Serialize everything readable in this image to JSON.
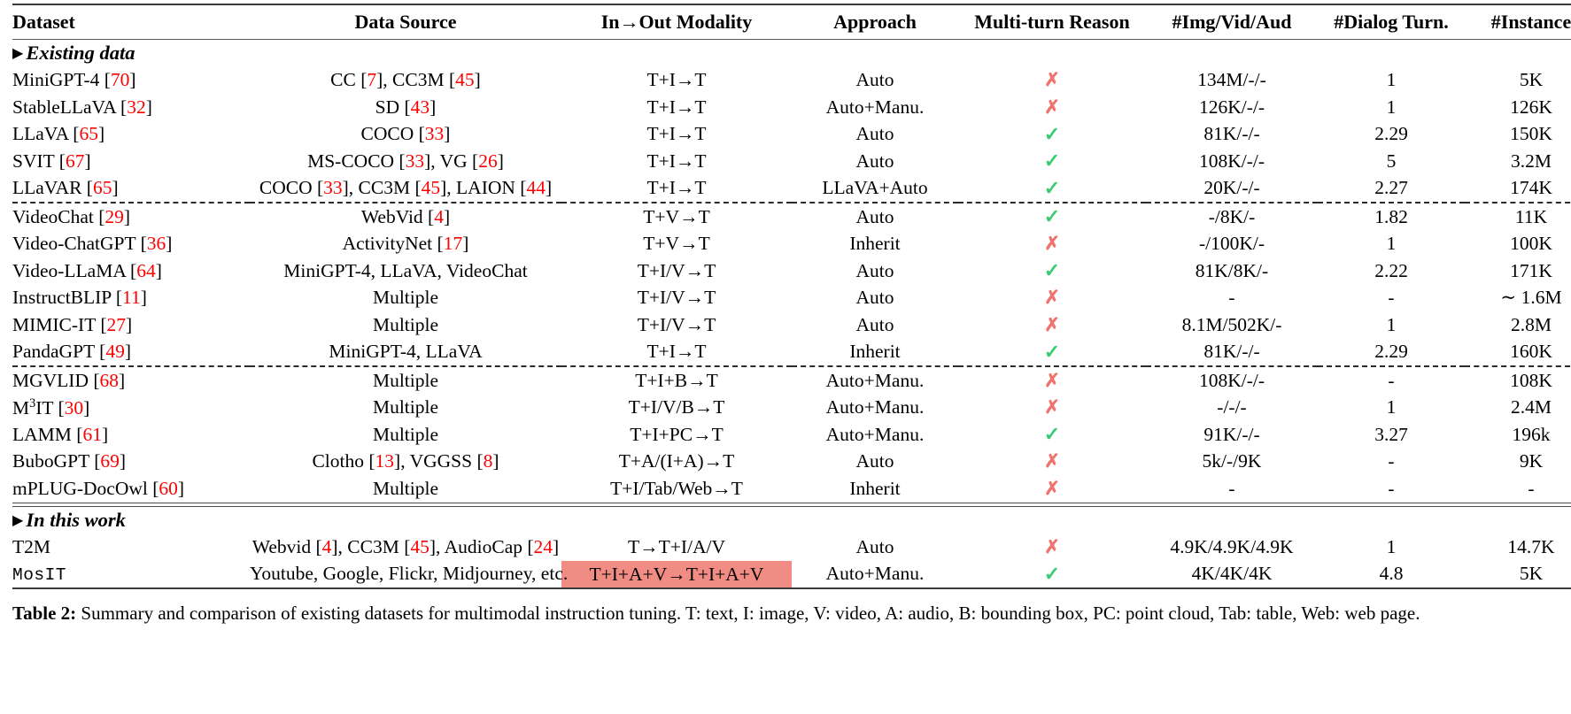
{
  "table": {
    "columns": [
      "Dataset",
      "Data Source",
      "In→Out Modality",
      "Approach",
      "Multi-turn Reason",
      "#Img/Vid/Aud",
      "#Dialog Turn.",
      "#Instance"
    ],
    "groups": [
      {
        "label": "Existing data",
        "marker": "▶",
        "rows": [
          {
            "dataset": "MiniGPT-4",
            "dataset_cite": "[70]",
            "source": "CC [7], CC3M [45]",
            "modality": "T+I→T",
            "approach": "Auto",
            "reason": "✗",
            "imgvidaud": "134M/-/-",
            "dialog": "1",
            "instance": "5K",
            "separator_after": false
          },
          {
            "dataset": "StableLLaVA",
            "dataset_cite": "[32]",
            "source": "SD [43]",
            "modality": "T+I→T",
            "approach": "Auto+Manu.",
            "reason": "✗",
            "imgvidaud": "126K/-/-",
            "dialog": "1",
            "instance": "126K",
            "separator_after": false
          },
          {
            "dataset": "LLaVA",
            "dataset_cite": "[65]",
            "source": "COCO [33]",
            "modality": "T+I→T",
            "approach": "Auto",
            "reason": "✓",
            "imgvidaud": "81K/-/-",
            "dialog": "2.29",
            "instance": "150K",
            "separator_after": false
          },
          {
            "dataset": "SVIT",
            "dataset_cite": "[67]",
            "source": "MS-COCO [33], VG [26]",
            "modality": "T+I→T",
            "approach": "Auto",
            "reason": "✓",
            "imgvidaud": "108K/-/-",
            "dialog": "5",
            "instance": "3.2M",
            "separator_after": false
          },
          {
            "dataset": "LLaVAR",
            "dataset_cite": "[65]",
            "source": "COCO [33], CC3M [45], LAION [44]",
            "modality": "T+I→T",
            "approach": "LLaVA+Auto",
            "reason": "✓",
            "imgvidaud": "20K/-/-",
            "dialog": "2.27",
            "instance": "174K",
            "separator_after": true
          },
          {
            "dataset": "VideoChat",
            "dataset_cite": "[29]",
            "source": "WebVid [4]",
            "modality": "T+V→T",
            "approach": "Auto",
            "reason": "✓",
            "imgvidaud": "-/8K/-",
            "dialog": "1.82",
            "instance": "11K",
            "separator_after": false
          },
          {
            "dataset": "Video-ChatGPT",
            "dataset_cite": "[36]",
            "source": "ActivityNet [17]",
            "modality": "T+V→T",
            "approach": "Inherit",
            "reason": "✗",
            "imgvidaud": "-/100K/-",
            "dialog": "1",
            "instance": "100K",
            "separator_after": false
          },
          {
            "dataset": "Video-LLaMA",
            "dataset_cite": "[64]",
            "source": "MiniGPT-4, LLaVA, VideoChat",
            "modality": "T+I/V→T",
            "approach": "Auto",
            "reason": "✓",
            "imgvidaud": "81K/8K/-",
            "dialog": "2.22",
            "instance": "171K",
            "separator_after": false
          },
          {
            "dataset": "InstructBLIP",
            "dataset_cite": "[11]",
            "source": "Multiple",
            "modality": "T+I/V→T",
            "approach": "Auto",
            "reason": "✗",
            "imgvidaud": "-",
            "dialog": "-",
            "instance": "∼ 1.6M",
            "separator_after": false
          },
          {
            "dataset": "MIMIC-IT",
            "dataset_cite": "[27]",
            "source": "Multiple",
            "modality": "T+I/V→T",
            "approach": "Auto",
            "reason": "✗",
            "imgvidaud": "8.1M/502K/-",
            "dialog": "1",
            "instance": "2.8M",
            "separator_after": false
          },
          {
            "dataset": "PandaGPT",
            "dataset_cite": "[49]",
            "source": "MiniGPT-4, LLaVA",
            "modality": "T+I→T",
            "approach": "Inherit",
            "reason": "✓",
            "imgvidaud": "81K/-/-",
            "dialog": "2.29",
            "instance": "160K",
            "separator_after": true
          },
          {
            "dataset": "MGVLID",
            "dataset_cite": "[68]",
            "source": "Multiple",
            "modality": "T+I+B→T",
            "approach": "Auto+Manu.",
            "reason": "✗",
            "imgvidaud": "108K/-/-",
            "dialog": "-",
            "instance": "108K",
            "separator_after": false
          },
          {
            "dataset": "M3IT",
            "dataset_superscript": "3",
            "dataset_base": "M",
            "dataset_tail": "IT",
            "dataset_cite": "[30]",
            "source": "Multiple",
            "modality": "T+I/V/B→T",
            "approach": "Auto+Manu.",
            "reason": "✗",
            "imgvidaud": "-/-/-",
            "dialog": "1",
            "instance": "2.4M",
            "separator_after": false
          },
          {
            "dataset": "LAMM",
            "dataset_cite": "[61]",
            "source": "Multiple",
            "modality": "T+I+PC→T",
            "approach": "Auto+Manu.",
            "reason": "✓",
            "imgvidaud": "91K/-/-",
            "dialog": "3.27",
            "instance": "196k",
            "separator_after": false
          },
          {
            "dataset": "BuboGPT",
            "dataset_cite": "[69]",
            "source": "Clotho [13], VGGSS [8]",
            "modality": "T+A/(I+A)→T",
            "approach": "Auto",
            "reason": "✗",
            "imgvidaud": "5k/-/9K",
            "dialog": "-",
            "instance": "9K",
            "separator_after": false
          },
          {
            "dataset": "mPLUG-DocOwl",
            "dataset_cite": "[60]",
            "source": "Multiple",
            "modality": "T+I/Tab/Web→T",
            "approach": "Inherit",
            "reason": "✗",
            "imgvidaud": "-",
            "dialog": "-",
            "instance": "-",
            "separator_after": false
          }
        ]
      },
      {
        "label": "In this work",
        "marker": "▶",
        "rows": [
          {
            "dataset": "T2M",
            "dataset_cite": "",
            "source": "Webvid [4], CC3M [45], AudioCap [24]",
            "modality": "T→T+I/A/V",
            "approach": "Auto",
            "reason": "✗",
            "imgvidaud": "4.9K/4.9K/4.9K",
            "dialog": "1",
            "instance": "14.7K",
            "separator_after": false
          },
          {
            "dataset": "MosIT",
            "dataset_mono": true,
            "dataset_cite": "",
            "source": "Youtube, Google, Flickr, Midjourney, etc.",
            "modality": "T+I+A+V→T+I+A+V",
            "modality_highlighted": true,
            "approach": "Auto+Manu.",
            "reason": "✓",
            "imgvidaud": "4K/4K/4K",
            "dialog": "4.8",
            "instance": "5K",
            "separator_after": false
          }
        ]
      }
    ]
  },
  "caption": {
    "label": "Table 2:",
    "text": "Summary and comparison of existing datasets for multimodal instruction tuning. T: text, I: image, V: video, A: audio, B: bounding box, PC: point cloud, Tab: table, Web: web page."
  },
  "colors": {
    "citation": "#ff0000",
    "check": "#3ccb74",
    "cross": "#f0736e",
    "highlight": "#f08c84"
  }
}
